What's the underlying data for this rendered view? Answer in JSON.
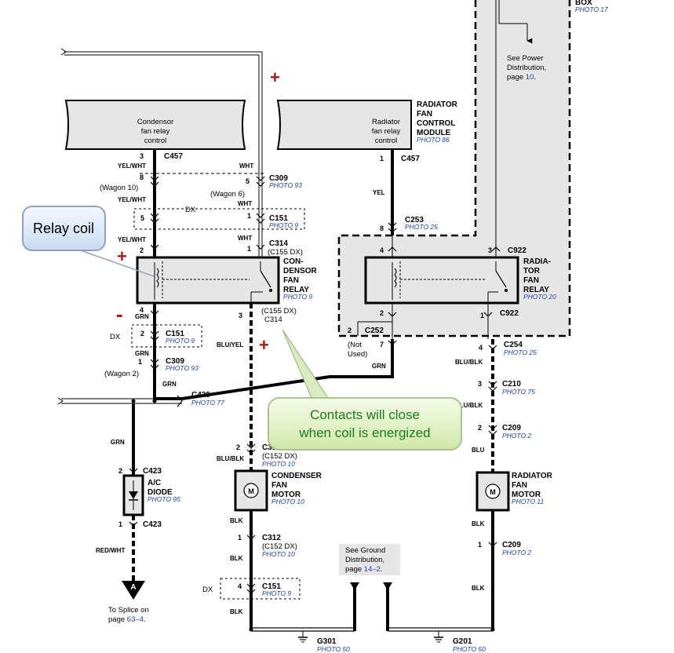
{
  "callouts": {
    "relay_coil": "Relay coil",
    "contacts_line1": "Contacts will close",
    "contacts_line2": "when coil is energized"
  },
  "signs": {
    "plus": "+",
    "minus": "-"
  },
  "box": {
    "label": "BOX",
    "photo": "PHOTO 17"
  },
  "power_note": {
    "line1": "See Power",
    "line2": "Distribution,",
    "line3_prefix": "page ",
    "line3_link": "10",
    "line3_suffix": "."
  },
  "condensor_ctrl": {
    "line1": "Condensor",
    "line2": "fan relay",
    "line3": "control"
  },
  "radiator_ctrl": {
    "line1": "Radiator",
    "line2": "fan relay",
    "line3": "control"
  },
  "rfcm": {
    "line1": "RADIATOR",
    "line2": "FAN",
    "line3": "CONTROL",
    "line4": "MODULE",
    "photo": "PHOTO 86"
  },
  "connectors": {
    "c457_left": {
      "pin": "3",
      "name": "C457"
    },
    "c457_right": {
      "pin": "1",
      "name": "C457"
    },
    "c309_top": {
      "pin": "5",
      "name": "C309",
      "photo": "PHOTO 93",
      "wagon": "(Wagon 6)"
    },
    "pin8_wagon10": {
      "pin": "8",
      "wagon": "(Wagon 10)"
    },
    "c151_top": {
      "pin_left": "5",
      "pin_right": "1",
      "name": "C151",
      "photo": "PHOTO 9",
      "dx": "DX"
    },
    "c314": {
      "pin_left": "2",
      "pin_right": "1",
      "name": "C314",
      "alt": "(C155 DX)"
    },
    "c253": {
      "pin": "8",
      "name": "C253",
      "photo": "PHOTO 25"
    },
    "c922_top": {
      "pin_left": "4",
      "pin_right": "3",
      "name": "C922"
    },
    "c922_bot": {
      "pin_left": "2",
      "pin_right": "1",
      "name": "C922"
    },
    "c252": {
      "pin_left": "2",
      "pin_right": "7",
      "name": "C252",
      "not_used": "(Not",
      "not_used2": "Used)"
    },
    "cond_relay_bottom": {
      "pin_left": "4",
      "pin_right": "3",
      "alt": "(C155 DX)",
      "name": "C314"
    },
    "c151_mid": {
      "pin": "2",
      "name": "C151",
      "photo": "PHOTO 9",
      "dx": "DX"
    },
    "c309_mid": {
      "pin": "1",
      "name": "C309",
      "photo": "PHOTO 93",
      "wagon": "(Wagon 2)"
    },
    "c429": {
      "name": "C429",
      "photo": "PHOTO 77"
    },
    "c312_top": {
      "pin": "2",
      "name": "C312",
      "alt": "(C152 DX)",
      "photo": "PHOTO 10"
    },
    "c254": {
      "pin": "4",
      "name": "C254",
      "photo": "PHOTO 25"
    },
    "c210": {
      "pin": "3",
      "name": "C210",
      "photo": "PHOTO 75"
    },
    "c209_top": {
      "pin": "2",
      "name": "C209",
      "photo": "PHOTO 2"
    },
    "c423_top": {
      "pin": "2",
      "name": "C423"
    },
    "c423_bot": {
      "pin": "1",
      "name": "C423"
    },
    "c312_bot": {
      "pin": "1",
      "name": "C312",
      "alt": "(C152 DX)",
      "photo": "PHOTO 10"
    },
    "c209_bot": {
      "pin": "1",
      "name": "C209",
      "photo": "PHOTO 2"
    },
    "c151_bot": {
      "pin": "4",
      "name": "C151",
      "photo": "PHOTO 9",
      "dx": "DX"
    }
  },
  "wires": {
    "yel_wht": "YEL/WHT",
    "wht": "WHT",
    "yel": "YEL",
    "grn": "GRN",
    "blu_yel": "BLU/YEL",
    "blu_blk": "BLU/BLK",
    "blu": "BLU",
    "blk": "BLK",
    "red_wht": "RED/WHT"
  },
  "cond_relay": {
    "line1": "CON-",
    "line2": "DENSOR",
    "line3": "FAN",
    "line4": "RELAY",
    "photo": "PHOTO 9"
  },
  "rad_relay": {
    "line1": "RADIA-",
    "line2": "TOR",
    "line3": "FAN",
    "line4": "RELAY",
    "photo": "PHOTO 20"
  },
  "cond_motor": {
    "line1": "CONDENSER",
    "line2": "FAN",
    "line3": "MOTOR",
    "photo": "PHOTO 10",
    "symbol": "M"
  },
  "rad_motor": {
    "line1": "RADIATOR",
    "line2": "FAN",
    "line3": "MOTOR",
    "photo": "PHOTO 11",
    "symbol": "M"
  },
  "diode": {
    "line1": "A/C",
    "line2": "DIODE",
    "photo": "PHOTO 95"
  },
  "splice": {
    "symbol": "A",
    "line1": "To Splice on",
    "line2_prefix": "page ",
    "line2_link": "63–4",
    "line2_suffix": "."
  },
  "ground_note": {
    "line1": "See Ground",
    "line2": "Distribution,",
    "line3_prefix": "page ",
    "line3_link": "14–2",
    "line3_suffix": "."
  },
  "grounds": {
    "g301": {
      "name": "G301",
      "photo": "PHOTO 50"
    },
    "g201": {
      "name": "G201",
      "photo": "PHOTO 50"
    }
  }
}
